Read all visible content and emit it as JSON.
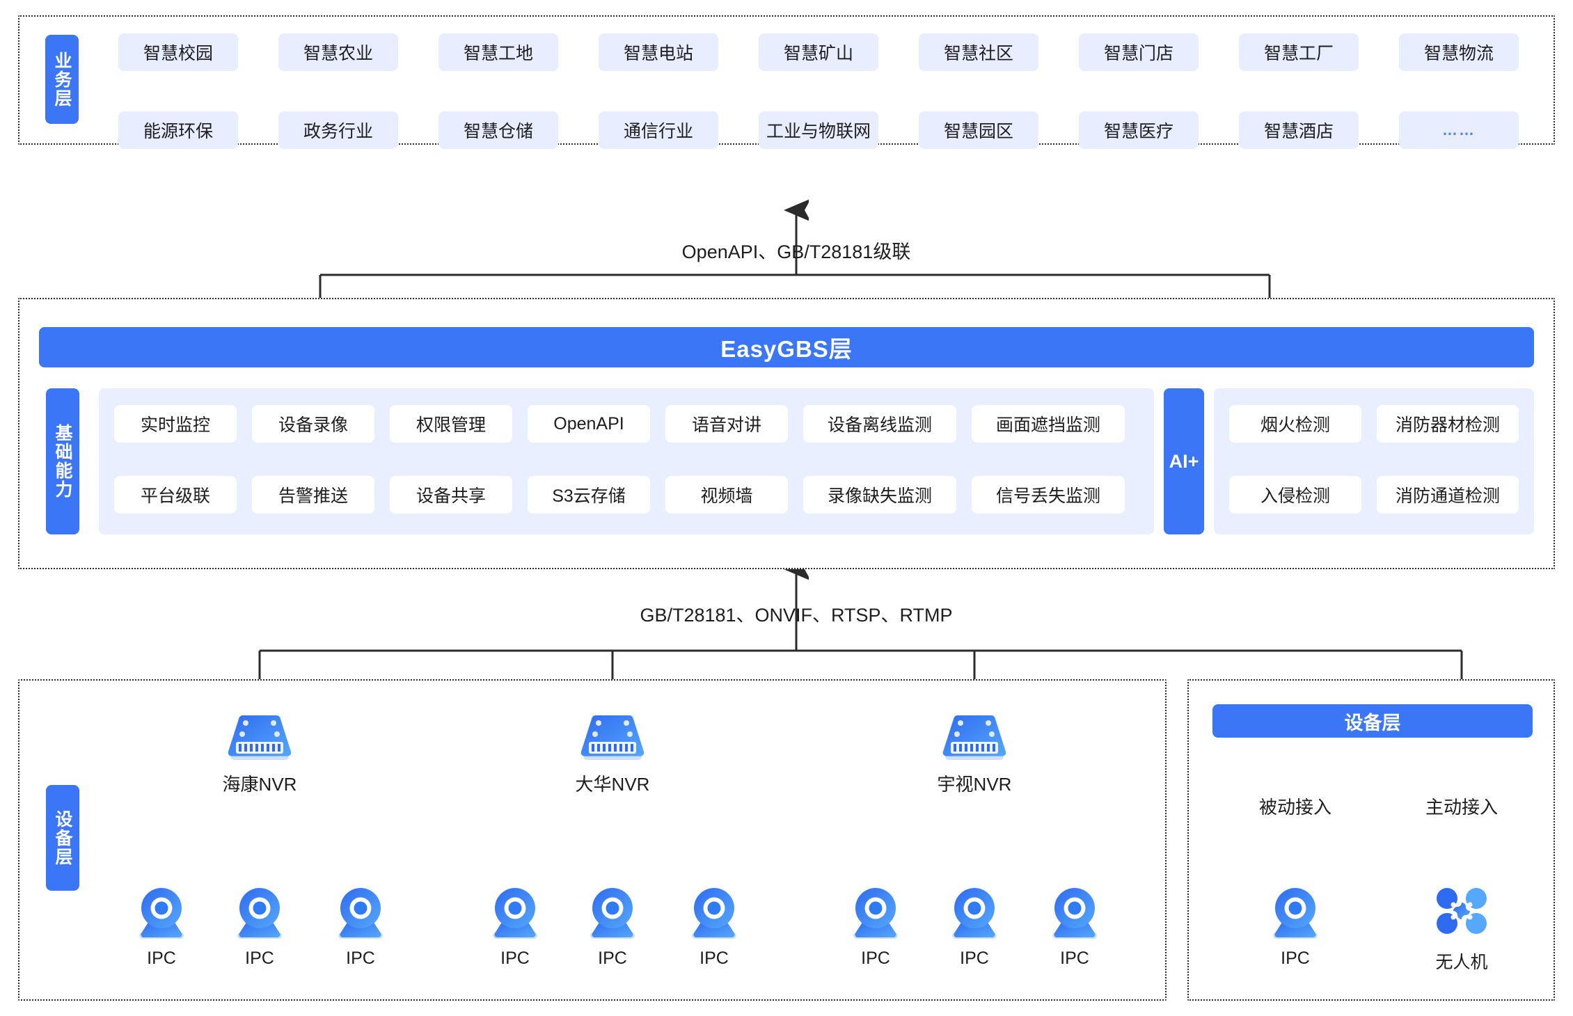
{
  "business_layer": {
    "side_label": "业务层",
    "row1": [
      "智慧校园",
      "智慧农业",
      "智慧工地",
      "智慧电站",
      "智慧矿山",
      "智慧社区",
      "智慧门店",
      "智慧工厂",
      "智慧物流"
    ],
    "row2": [
      "能源环保",
      "政务行业",
      "智慧仓储",
      "通信行业",
      "工业与物联网",
      "智慧园区",
      "智慧医疗",
      "智慧酒店",
      "……"
    ]
  },
  "connector_top": "OpenAPI、GB/T28181级联",
  "platform_layer": {
    "title": "EasyGBS层",
    "side_label": "基础能力",
    "ai_badge": "AI+",
    "cap_row1": [
      "实时监控",
      "设备录像",
      "权限管理",
      "OpenAPI",
      "语音对讲",
      "设备离线监测",
      "画面遮挡监测"
    ],
    "cap_row2": [
      "平台级联",
      "告警推送",
      "设备共享",
      "S3云存储",
      "视频墙",
      "录像缺失监测",
      "信号丢失监测"
    ],
    "ai_row1": [
      "烟火检测",
      "消防器材检测"
    ],
    "ai_row2": [
      "入侵检测",
      "消防通道检测"
    ]
  },
  "connector_bottom": "GB/T28181、ONVIF、RTSP、RTMP",
  "device_layer_left": {
    "side_label": "设备层",
    "nvrs": [
      {
        "label": "海康NVR",
        "children": [
          "IPC",
          "IPC",
          "IPC"
        ]
      },
      {
        "label": "大华NVR",
        "children": [
          "IPC",
          "IPC",
          "IPC"
        ]
      },
      {
        "label": "宇视NVR",
        "children": [
          "IPC",
          "IPC",
          "IPC"
        ]
      }
    ]
  },
  "device_layer_right": {
    "title": "设备层",
    "branches": [
      {
        "access": "被动接入",
        "device": "IPC",
        "icon": "ipc-camera-icon"
      },
      {
        "access": "主动接入",
        "device": "无人机",
        "icon": "drone-icon"
      }
    ]
  },
  "colors": {
    "brand_blue": "#3b76f6",
    "chip_bg": "#e8eeff",
    "panel_bg": "#e9efff",
    "line": "#2b2b2b"
  }
}
